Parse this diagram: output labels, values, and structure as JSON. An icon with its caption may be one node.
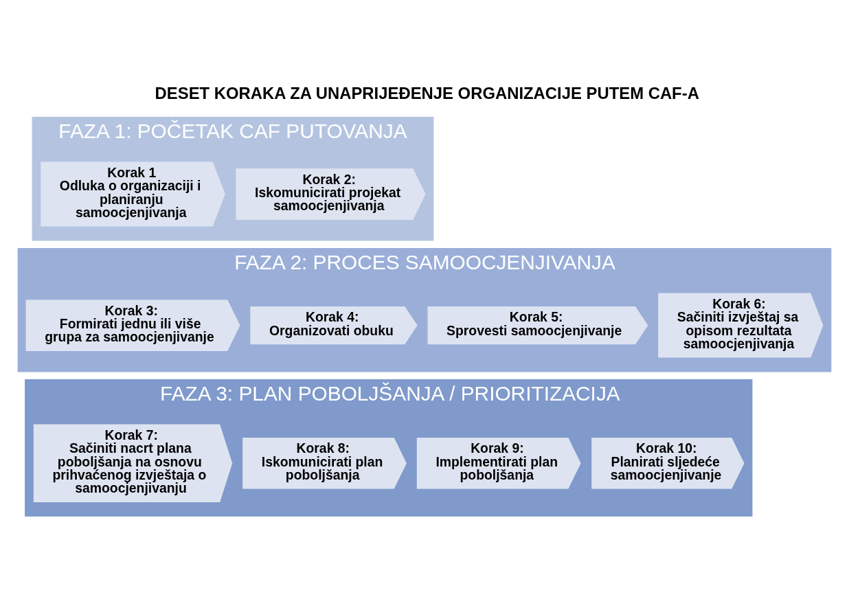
{
  "diagram": {
    "title": "DESET KORAKA ZA UNAPRIJEĐENJE ORGANIZACIJE PUTEM CAF-A",
    "nodes": [
      {
        "text": [
          "FAZA 1: POČETAK CAF PUTOVANJA"
        ]
      },
      {
        "text": [
          "Korak 1",
          "Odluka o organizaciji i planiranju samoocjenjivanja"
        ],
        "in": 0
      },
      {
        "text": [
          "Korak 2:",
          "Iskomunicirati projekat samoocjenjivanja"
        ],
        "in": 0
      },
      {
        "text": [
          "FAZA 2: PROCES SAMOOCJENJIVANJA"
        ]
      },
      {
        "text": [
          "Korak 3:",
          "Formirati jednu ili više grupa za samoocjenjivanje"
        ],
        "in": 3
      },
      {
        "text": [
          "Korak 4:",
          "Organizovati obuku"
        ],
        "in": 3
      },
      {
        "text": [
          "Korak 5:",
          "Sprovesti samoocjenjivanje"
        ],
        "in": 3
      },
      {
        "text": [
          "Korak 6:",
          "Sačiniti izvještaj sa opisom rezultata samoocjenjivanja"
        ],
        "in": 3
      },
      {
        "text": [
          "FAZA 3: PLAN POBOLJŠANJA / PRIORITIZACIJA"
        ]
      },
      {
        "text": [
          "Korak 7:",
          "Sačiniti nacrt plana poboljšanja na osnovu prihvaćenog izvještaja o samoocjenjivanju"
        ],
        "in": 8
      },
      {
        "text": [
          "Korak 8:",
          "Iskomunicirati plan poboljšanja"
        ],
        "in": 8
      },
      {
        "text": [
          "Korak 9:",
          "Implementirati plan poboljšanja"
        ],
        "in": 8
      },
      {
        "text": [
          "Korak 10:",
          "Planirati sljedeće samoocjenjivanje"
        ],
        "in": 8
      }
    ],
    "edges": []
  }
}
